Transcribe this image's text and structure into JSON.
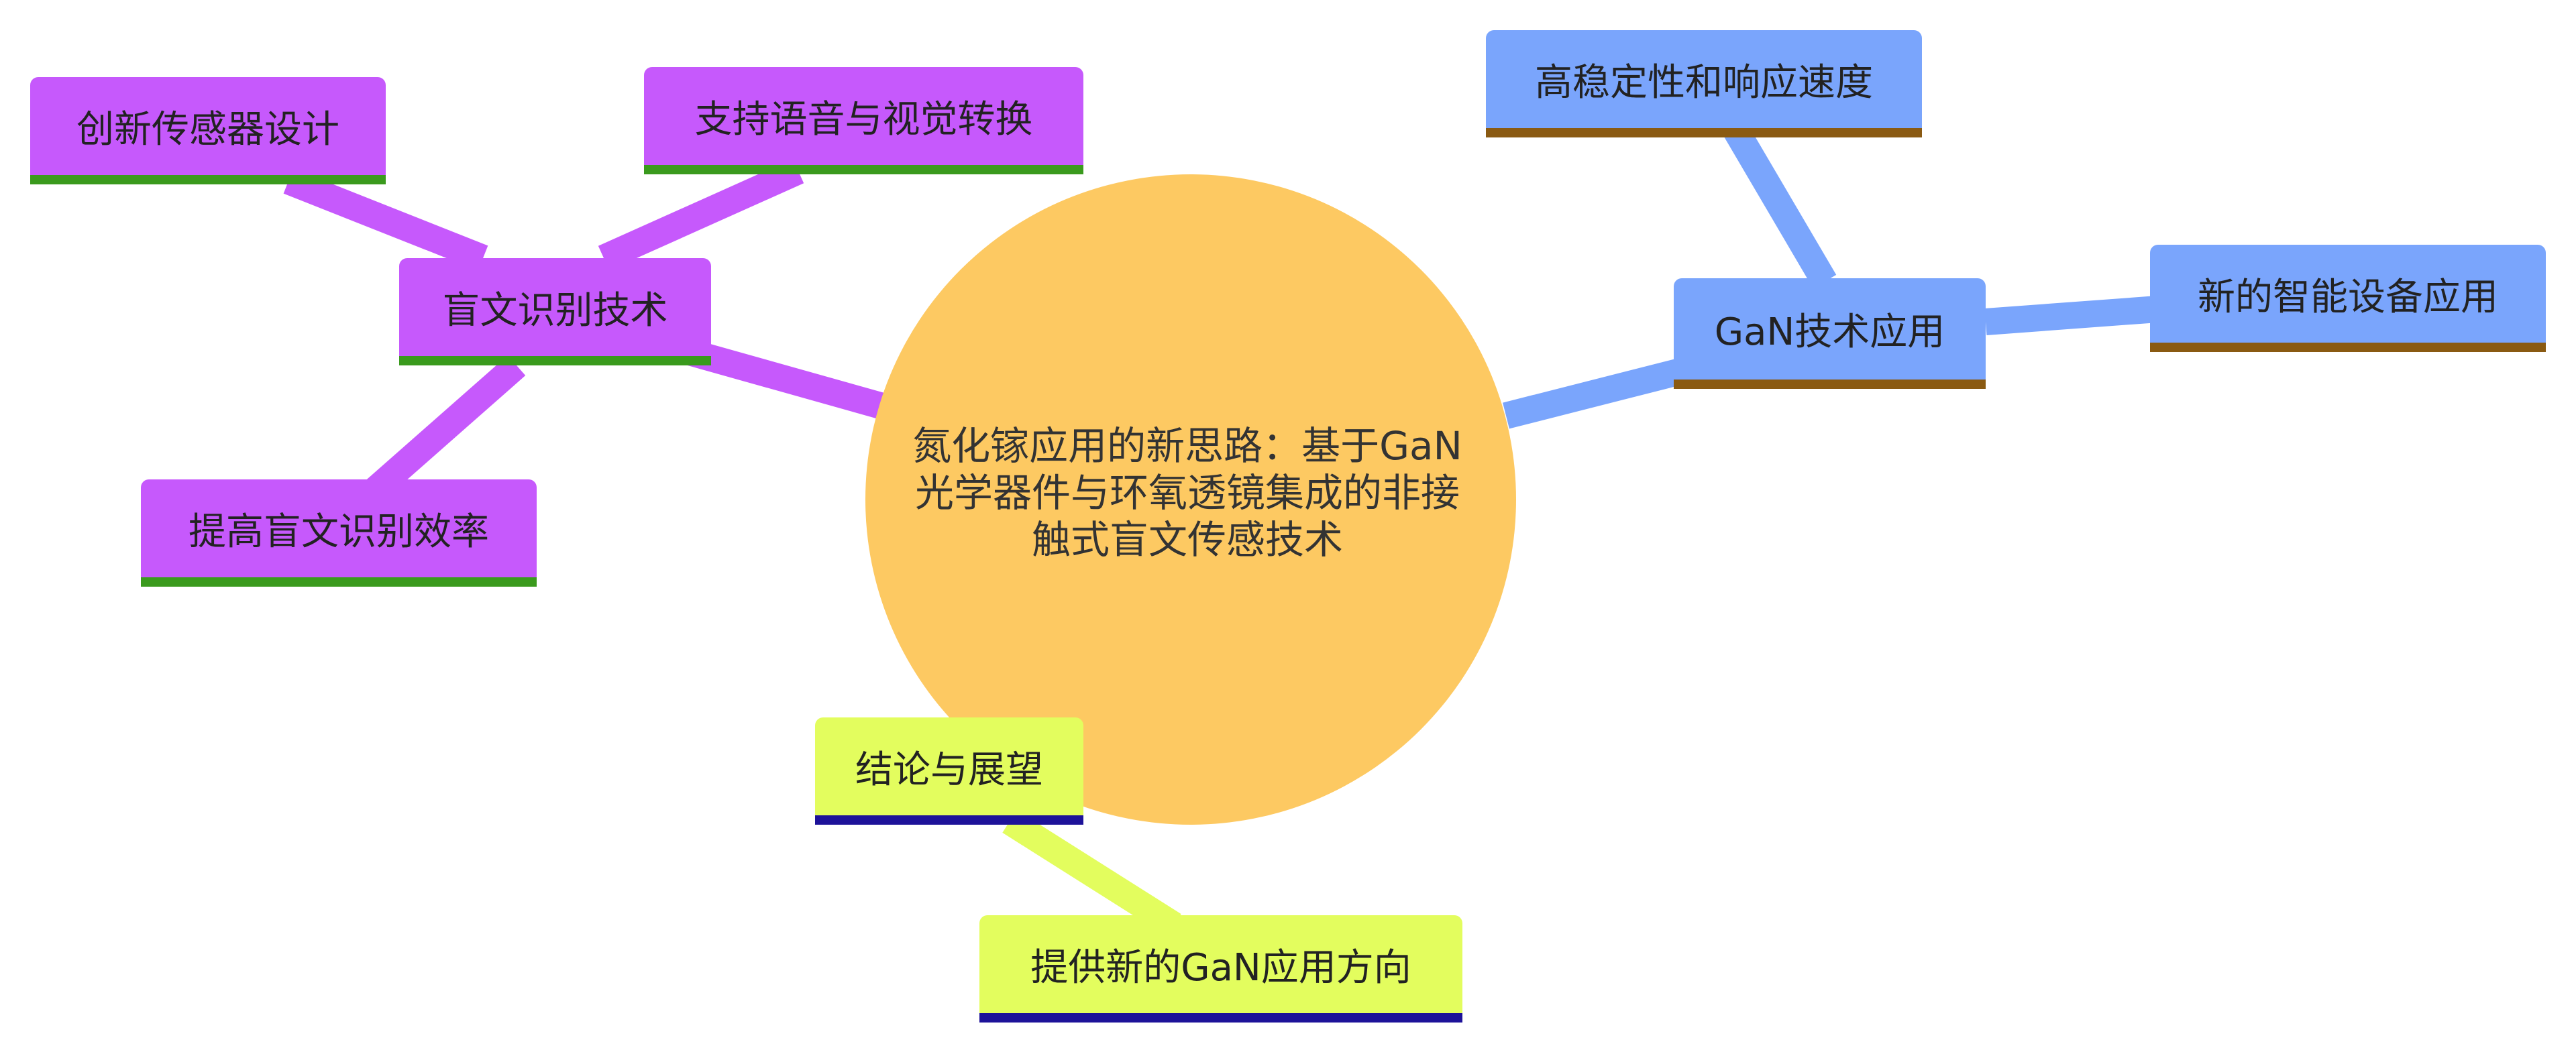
{
  "colors": {
    "center": "#FDC962",
    "purple_branch": "#C659FC",
    "purple_underline": "#3A9A1D",
    "blue_branch": "#7AA5FC",
    "blue_underline": "#8A5A12",
    "yellow_branch": "#E3FD5E",
    "yellow_underline": "#1D1299"
  },
  "center": {
    "lines": [
      "氮化镓应用的新思路：基于GaN",
      "光学器件与环氧透镜集成的非接",
      "触式盲文传感技术"
    ]
  },
  "branches": {
    "braille": {
      "label": "盲文识别技术",
      "children": [
        "创新传感器设计",
        "支持语音与视觉转换",
        "提高盲文识别效率"
      ]
    },
    "gan": {
      "label": "GaN技术应用",
      "children": [
        "高稳定性和响应速度",
        "新的智能设备应用"
      ]
    },
    "conclusion": {
      "label": "结论与展望",
      "children": [
        "提供新的GaN应用方向"
      ]
    }
  }
}
